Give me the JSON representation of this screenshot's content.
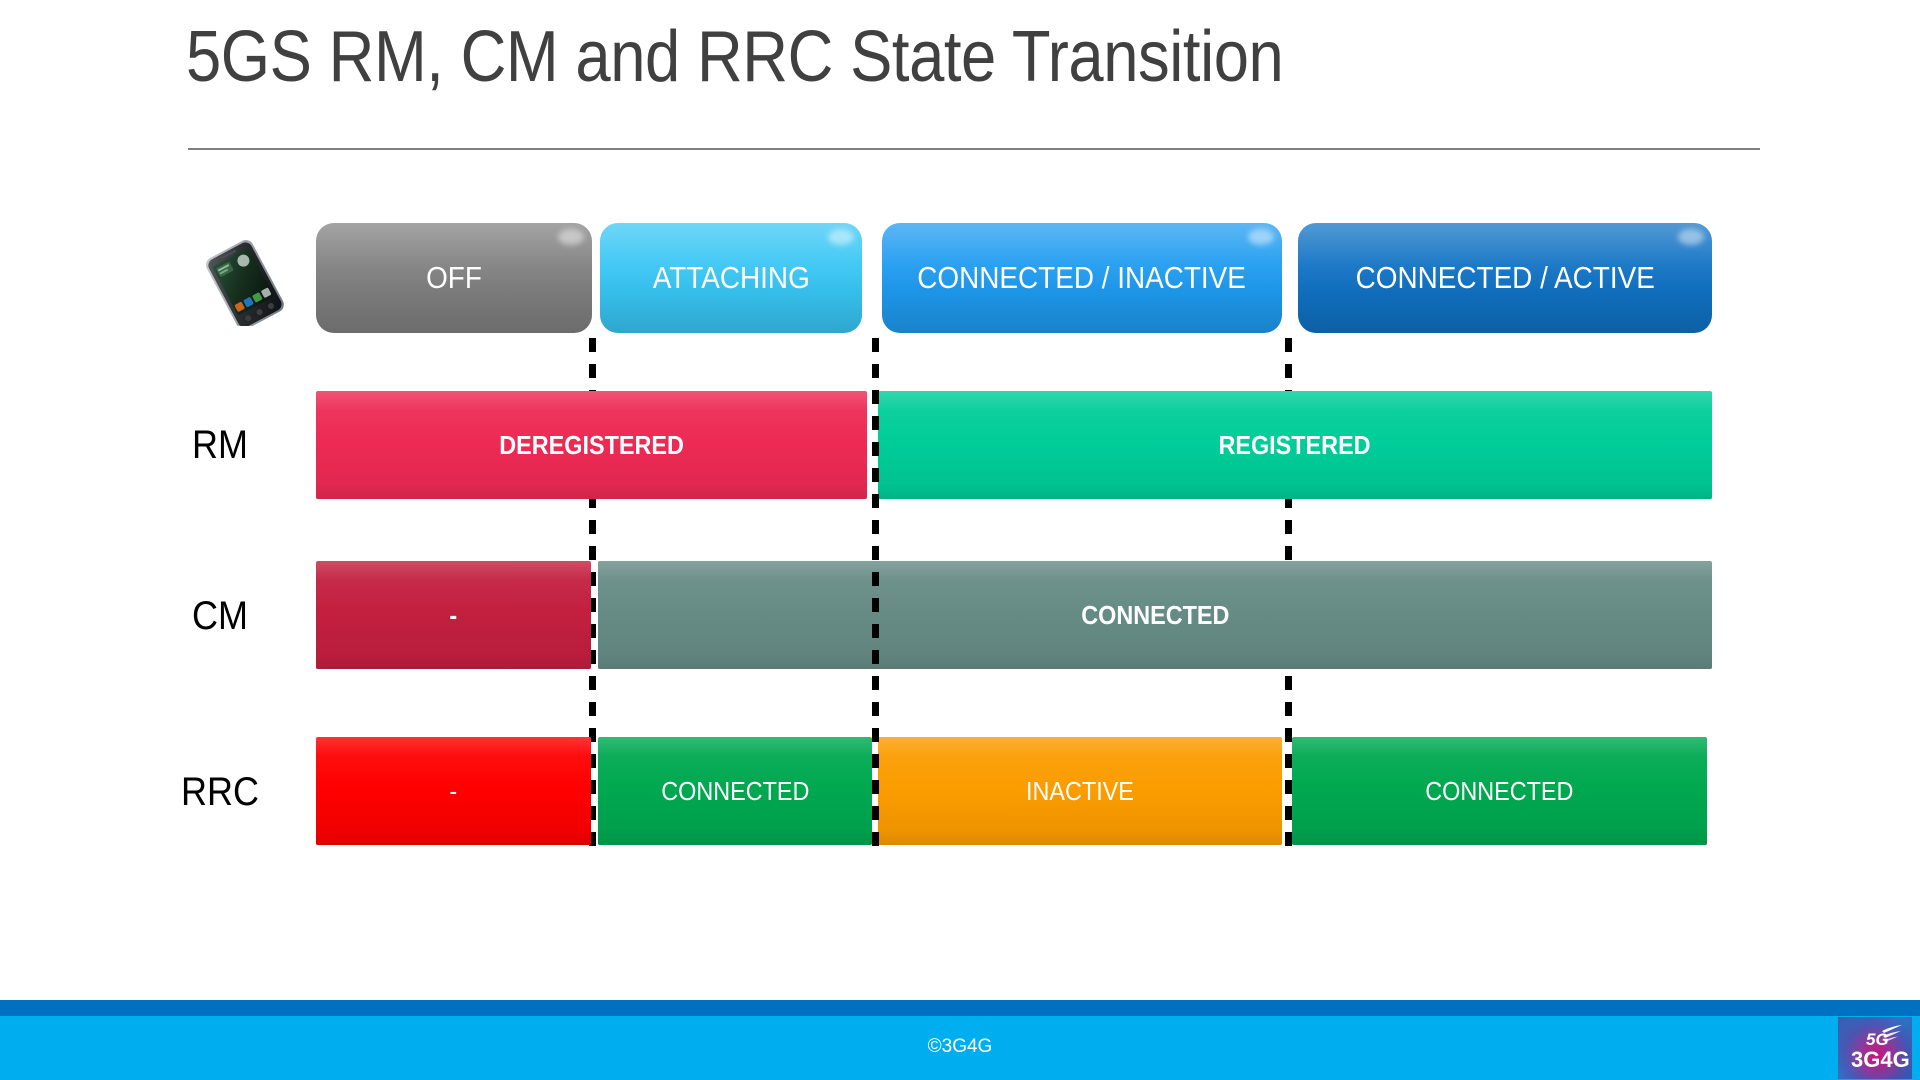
{
  "slide": {
    "title": "5GS RM, CM and RRC State Transition"
  },
  "diagram": {
    "ue_icon": "smartphone-icon",
    "columns": [
      {
        "id": "off",
        "label": "OFF",
        "color": "#808080"
      },
      {
        "id": "attaching",
        "label": "ATTACHING",
        "color": "#38c6f4"
      },
      {
        "id": "connected-inactive",
        "label": "CONNECTED / INACTIVE",
        "color": "#1e9bf0"
      },
      {
        "id": "connected-active",
        "label": "CONNECTED / ACTIVE",
        "color": "#1072c4"
      }
    ],
    "rows": [
      {
        "id": "rm",
        "label": "RM",
        "segments": [
          {
            "id": "rm-deregistered",
            "label": "DEREGISTERED",
            "color": "#ed2a54",
            "bold": true
          },
          {
            "id": "rm-registered",
            "label": "REGISTERED",
            "color": "#00cd99",
            "bold": true
          }
        ]
      },
      {
        "id": "cm",
        "label": "CM",
        "segments": [
          {
            "id": "cm-none",
            "label": "-",
            "color": "#c31f3f",
            "bold": true
          },
          {
            "id": "cm-connected",
            "label": "CONNECTED",
            "color": "#668b85",
            "bold": true
          }
        ]
      },
      {
        "id": "rrc",
        "label": "RRC",
        "segments": [
          {
            "id": "rrc-none",
            "label": "-",
            "color": "#fe0000",
            "bold": false
          },
          {
            "id": "rrc-connected-1",
            "label": "CONNECTED",
            "color": "#00a850",
            "bold": false
          },
          {
            "id": "rrc-inactive",
            "label": "INACTIVE",
            "color": "#fb9c00",
            "bold": false
          },
          {
            "id": "rrc-connected-2",
            "label": "CONNECTED",
            "color": "#00a850",
            "bold": false
          }
        ]
      }
    ]
  },
  "footer": {
    "copyright": "©3G4G",
    "logo_top": "5G",
    "logo_bottom": "3G4G",
    "strip_color": "#0070c0",
    "band_color": "#00aeef"
  }
}
